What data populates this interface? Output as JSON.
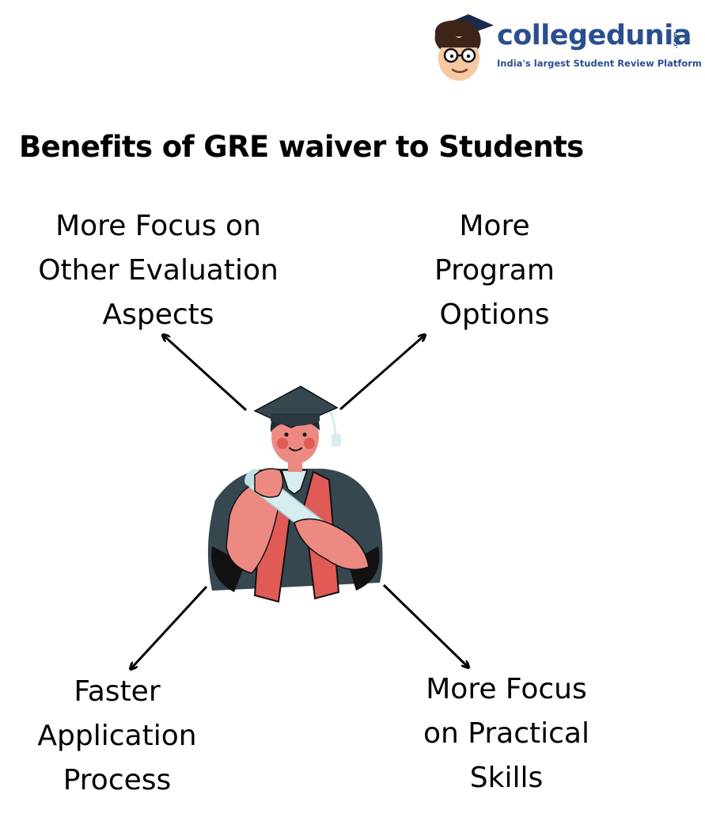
{
  "brand": {
    "name": "collegedunia",
    "domain_suffix": ".com",
    "tagline": "India's largest Student Review Platform",
    "color": "#2a4f8f"
  },
  "title": "Benefits of GRE waiver to Students",
  "benefits": {
    "top_left": [
      "More Focus on",
      "Other Evaluation",
      "Aspects"
    ],
    "top_right": [
      "More",
      "Program",
      "Options"
    ],
    "bottom_left": [
      "Faster",
      "Application",
      "Process"
    ],
    "bottom_right": [
      "More Focus",
      "on Practical",
      "Skills"
    ]
  },
  "illustration": {
    "subject": "graduate-student-with-diploma",
    "colors": {
      "gown": "#36474f",
      "stole": "#e05a56",
      "skin": "#ec8a82",
      "diploma": "#d6ecef",
      "outline": "#111111"
    }
  }
}
